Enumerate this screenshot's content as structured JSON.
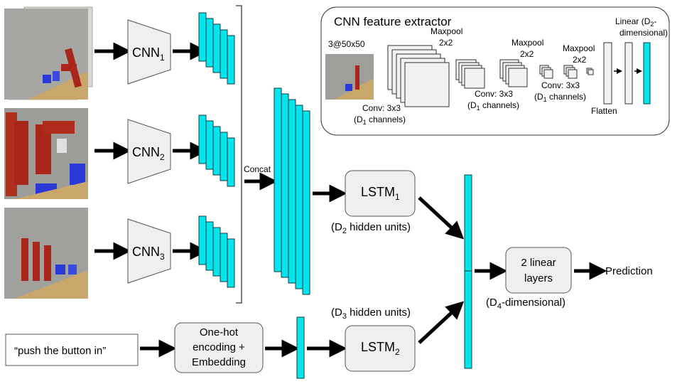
{
  "cnn_blocks": [
    {
      "main": "CNN",
      "sub": "1"
    },
    {
      "main": "CNN",
      "sub": "2"
    },
    {
      "main": "CNN",
      "sub": "3"
    }
  ],
  "concat_label": "Concat",
  "lstm1": {
    "main": "LSTM",
    "sub": "1",
    "units_prefix": "(D",
    "units_sub": "2",
    "units_suffix": " hidden units)"
  },
  "lstm2": {
    "main": "LSTM",
    "sub": "2",
    "units_prefix": "(D",
    "units_sub": "3",
    "units_suffix": " hidden units)"
  },
  "linear_layers": {
    "line1": "2 linear",
    "line2": "layers",
    "dim_prefix": "(D",
    "dim_sub": "4",
    "dim_suffix": "-dimensional)"
  },
  "prediction_label": "Prediction",
  "instruction_text": "“push the button in”",
  "embedding_box": {
    "line1": "One-hot",
    "line2": "encoding +",
    "line3": "Embedding"
  },
  "feature_extractor": {
    "title": "CNN feature extractor",
    "input_label": "3@50x50",
    "conv1": {
      "line1": "Conv: 3x3",
      "line2_prefix": "(D",
      "line2_sub": "1",
      "line2_suffix": " channels)"
    },
    "conv2": {
      "line1": "Conv: 3x3",
      "line2_prefix": "(D",
      "line2_sub": "1",
      "line2_suffix": " channels)"
    },
    "conv3": {
      "line1": "Conv: 3x3",
      "line2_prefix": "(D",
      "line2_sub": "1",
      "line2_suffix": " channels)"
    },
    "maxpool_label": "Maxpool",
    "maxpool_size": "2x2",
    "flatten_label": "Flatten",
    "linear_line1_prefix": "Linear (D",
    "linear_line1_sub": "2",
    "linear_line1_suffix": "-",
    "linear_line2": "dimensional)"
  }
}
